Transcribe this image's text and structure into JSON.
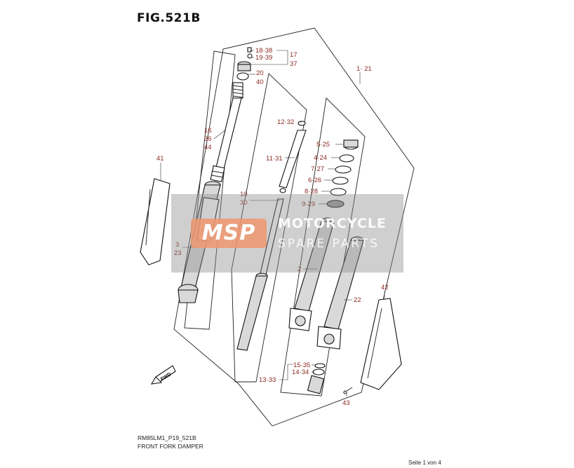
{
  "title": "FIG.521B",
  "footer": {
    "code": "RM85LM1_P19_521B",
    "name": "FRONT FORK DAMPER"
  },
  "page_info": "Seite 1 von 4",
  "watermark": {
    "logo": "MSP",
    "line1": "MOTORCYCLE",
    "line2": "SPARE PARTS"
  },
  "direction_marker": "FWD",
  "callouts": {
    "c18_38": "18·38",
    "c19_39": "19·39",
    "c17": "17",
    "c37": "37",
    "c20": "20",
    "c40": "40",
    "c1_21": "1· 21",
    "c16": "16",
    "c36": "36",
    "c44": "44",
    "c12_32": "12·32",
    "c11_31": "11·31",
    "c5_25": "5·25",
    "c4_24": "4·24",
    "c7_27": "7·27",
    "c6_26": "6·26",
    "c8_28": "8·28",
    "c9_29": "9·29",
    "c41": "41",
    "c10": "10",
    "c30": "30",
    "c3": "3",
    "c23": "23",
    "c2": "2",
    "c42": "42",
    "c22": "22",
    "c15_35": "15·35",
    "c14_34": "14·34",
    "c13_33": "13·33",
    "c43": "43"
  },
  "colors": {
    "callout": "#8a2a22",
    "line": "#222222",
    "watermark_logo": "#ee966e"
  }
}
